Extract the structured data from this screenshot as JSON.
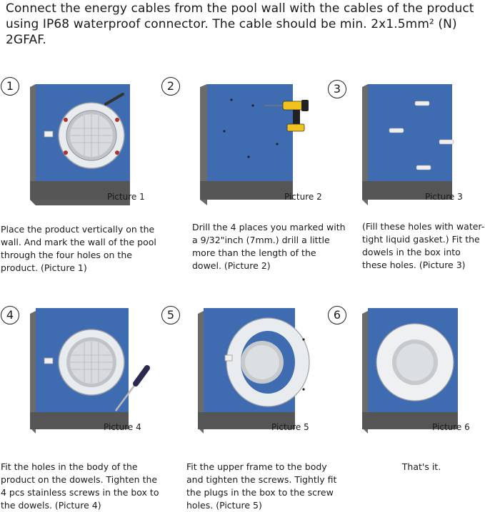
{
  "header": {
    "line1": "Connect the energy cables from the pool wall with the cables of the product",
    "line2": "using IP68 waterproof connector. The cable should be min. 2x1.5mm² (N) 2GFAF."
  },
  "steps": [
    {
      "number": "1",
      "picture_label": "Picture 1",
      "text": "Place the product vertically on the wall. And mark the wall of the pool through the four holes on the product. (Picture 1)"
    },
    {
      "number": "2",
      "picture_label": "Picture 2",
      "text": "Drill the 4 places you marked with a 9/32\"inch (7mm.) drill a little more than the length of the dowel. (Picture 2)"
    },
    {
      "number": "3",
      "picture_label": "Picture 3",
      "text": "(Fill these holes with water-tight liquid gasket.) Fit the dowels in the box into these holes. (Picture 3)"
    },
    {
      "number": "4",
      "picture_label": "Picture 4",
      "text": "Fit the holes in the body of the product on the dowels. Tighten the 4 pcs stainless screws in the box to the dowels. (Picture 4)"
    },
    {
      "number": "5",
      "picture_label": "Picture 5",
      "text": "Fit the upper frame to the body and tighten the screws. Tightly fit the plugs in the box to the screw holes. (Picture 5)"
    },
    {
      "number": "6",
      "picture_label": "Picture 6",
      "text": "That's it."
    }
  ],
  "colors": {
    "wall_front": "#3f6cb0",
    "wall_side": "#6b6b6b",
    "fixture": "#e9ecef",
    "drill": "#f2c21c"
  }
}
